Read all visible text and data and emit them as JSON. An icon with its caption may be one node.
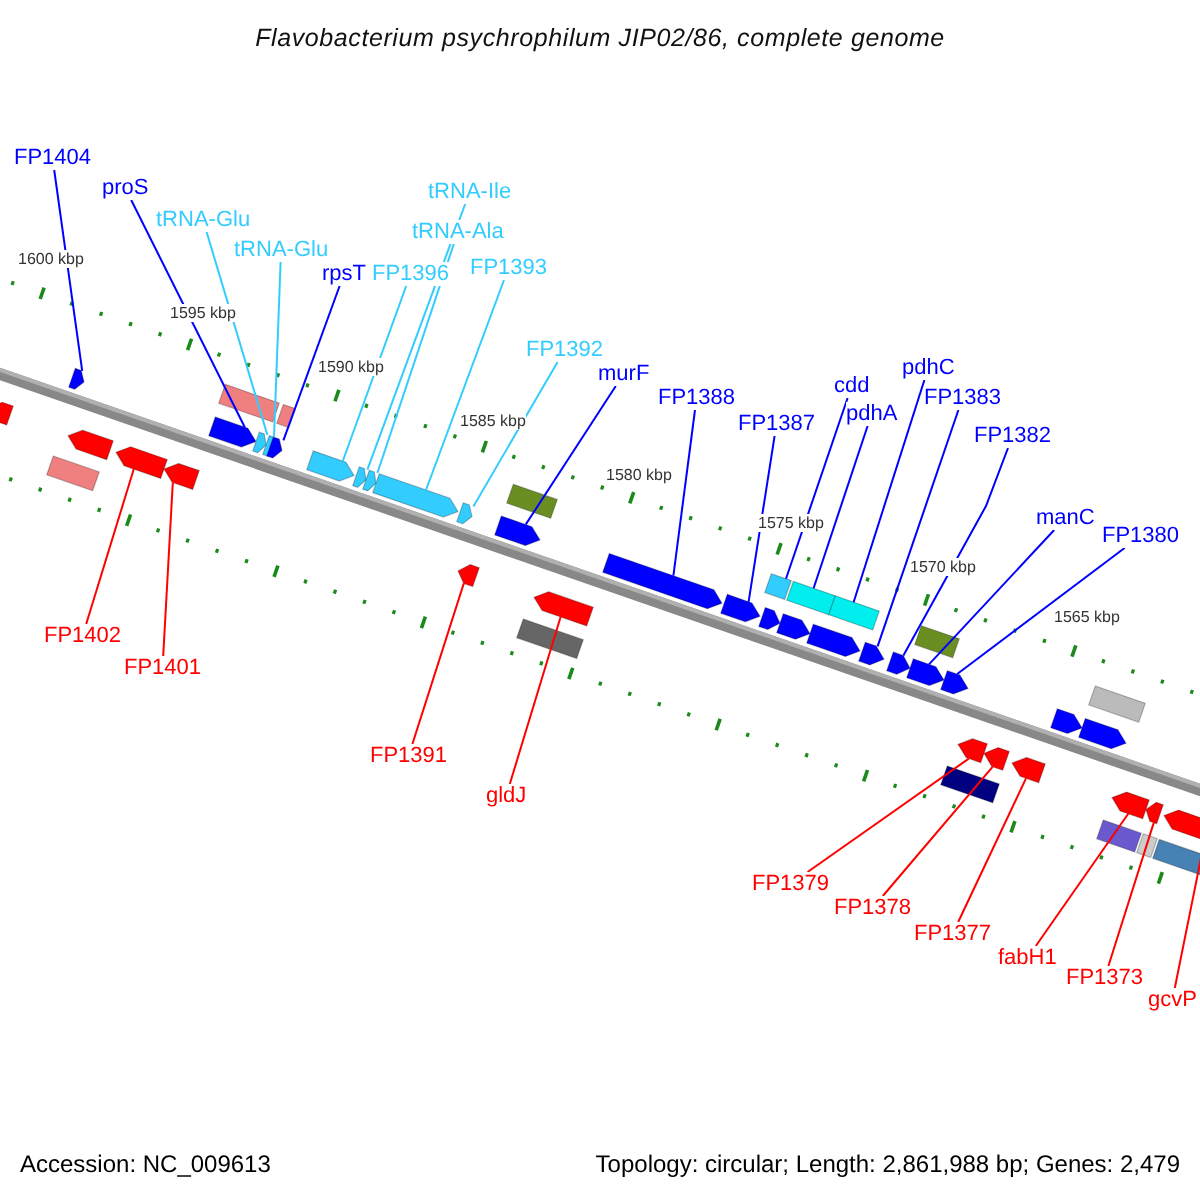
{
  "diagram": {
    "title": "Flavobacterium psychrophilum JIP02/86, complete genome",
    "nodes": [
      {
        "text": [
          "FP1404"
        ]
      },
      {
        "text": [
          "proS"
        ]
      },
      {
        "text": [
          "tRNA-Glu"
        ]
      },
      {
        "text": [
          "tRNA-Glu"
        ]
      },
      {
        "text": [
          "rpsT"
        ]
      },
      {
        "text": [
          "FP1396"
        ]
      },
      {
        "text": [
          "tRNA-Ile"
        ]
      },
      {
        "text": [
          "tRNA-Ala"
        ]
      },
      {
        "text": [
          "FP1393"
        ]
      },
      {
        "text": [
          "FP1392"
        ]
      },
      {
        "text": [
          "murF"
        ]
      },
      {
        "text": [
          "FP1388"
        ]
      },
      {
        "text": [
          "FP1387"
        ]
      },
      {
        "text": [
          "cdd"
        ]
      },
      {
        "text": [
          "pdhA"
        ]
      },
      {
        "text": [
          "pdhC"
        ]
      },
      {
        "text": [
          "FP1383"
        ]
      },
      {
        "text": [
          "FP1382"
        ]
      },
      {
        "text": [
          "manC"
        ]
      },
      {
        "text": [
          "FP1380"
        ]
      },
      {
        "text": [
          "FP1402"
        ]
      },
      {
        "text": [
          "FP1401"
        ]
      },
      {
        "text": [
          "FP1391"
        ]
      },
      {
        "text": [
          "gldJ"
        ]
      },
      {
        "text": [
          "FP1379"
        ]
      },
      {
        "text": [
          "FP1378"
        ]
      },
      {
        "text": [
          "FP1377"
        ]
      },
      {
        "text": [
          "fabH1"
        ]
      },
      {
        "text": [
          "FP1373"
        ]
      },
      {
        "text": [
          "gcvP"
        ]
      },
      {
        "text": [],
        "shape": "pentagon"
      },
      {
        "text": [],
        "shape": "box"
      },
      {
        "text": [],
        "shape": "pentagon"
      },
      {
        "text": [],
        "shape": "pentagon"
      },
      {
        "text": [],
        "shape": "pentagon"
      },
      {
        "text": [],
        "shape": "pentagon"
      },
      {
        "text": [],
        "shape": "pentagon"
      },
      {
        "text": [],
        "shape": "box"
      },
      {
        "text": [],
        "shape": "pentagon"
      },
      {
        "text": [],
        "shape": "pentagon"
      },
      {
        "text": [],
        "shape": "pentagon"
      },
      {
        "text": [],
        "shape": "box"
      },
      {
        "text": [],
        "shape": "pentagon"
      },
      {
        "text": [],
        "shape": "pentagon"
      },
      {
        "text": [],
        "shape": "pentagon"
      },
      {
        "text": [],
        "shape": "pentagon"
      },
      {
        "text": [],
        "shape": "pentagon"
      },
      {
        "text": [],
        "shape": "pentagon"
      },
      {
        "text": [],
        "shape": "pentagon"
      },
      {
        "text": [],
        "shape": "box"
      },
      {
        "text": [],
        "shape": "box"
      },
      {
        "text": [],
        "shape": "pentagon"
      },
      {
        "text": [],
        "shape": "pentagon"
      },
      {
        "text": [],
        "shape": "pentagon"
      },
      {
        "text": [],
        "shape": "pentagon"
      },
      {
        "text": [],
        "shape": "box"
      },
      {
        "text": [],
        "shape": "pentagon"
      },
      {
        "text": [],
        "shape": "box"
      },
      {
        "text": [],
        "shape": "pentagon"
      },
      {
        "text": [],
        "shape": "box"
      },
      {
        "text": [],
        "shape": "pentagon"
      },
      {
        "text": [],
        "shape": "pentagon"
      },
      {
        "text": [],
        "shape": "pentagon"
      },
      {
        "text": [],
        "shape": "box"
      },
      {
        "text": [],
        "shape": "pentagon"
      },
      {
        "text": [],
        "shape": "box"
      },
      {
        "text": [],
        "shape": "pentagon"
      },
      {
        "text": [],
        "shape": "pentagon"
      },
      {
        "text": [],
        "shape": "pentagon"
      },
      {
        "text": [],
        "shape": "pentagon"
      },
      {
        "text": [],
        "shape": "pentagon"
      },
      {
        "text": [],
        "shape": "box"
      },
      {
        "text": [],
        "shape": "box"
      },
      {
        "text": [],
        "shape": "pentagon"
      },
      {
        "text": [],
        "shape": "box"
      },
      {
        "text": [],
        "shape": "pentagon"
      },
      {
        "text": [],
        "shape": "box"
      },
      {
        "text": [],
        "shape": "pentagon"
      }
    ],
    "edges": [
      {
        "from": 0,
        "to": 33,
        "arrow": "none"
      },
      {
        "from": 1,
        "to": 36,
        "arrow": "none"
      },
      {
        "from": 2,
        "to": 38,
        "arrow": "none",
        "color": "#33ccff"
      },
      {
        "from": 3,
        "to": 39,
        "arrow": "none",
        "color": "#33ccff"
      },
      {
        "from": 4,
        "to": 40,
        "arrow": "none"
      },
      {
        "from": 5,
        "to": 42,
        "arrow": "none",
        "color": "#33ccff"
      },
      {
        "from": 6,
        "to": 43,
        "arrow": "none",
        "color": "#33ccff"
      },
      {
        "from": 7,
        "to": 44,
        "arrow": "none",
        "color": "#33ccff"
      },
      {
        "from": 8,
        "to": 45,
        "arrow": "none",
        "color": "#33ccff"
      },
      {
        "from": 9,
        "to": 47,
        "arrow": "none",
        "color": "#33ccff"
      },
      {
        "from": 10,
        "to": 48,
        "arrow": "none"
      },
      {
        "from": 11,
        "to": 52,
        "arrow": "none"
      },
      {
        "from": 12,
        "to": 53,
        "arrow": "none"
      },
      {
        "from": 13,
        "to": 55,
        "arrow": "none"
      },
      {
        "from": 14,
        "to": 57,
        "arrow": "none"
      },
      {
        "from": 15,
        "to": 59,
        "arrow": "none"
      },
      {
        "from": 16,
        "to": 60,
        "arrow": "none"
      },
      {
        "from": 17,
        "to": 61,
        "arrow": "none"
      },
      {
        "from": 18,
        "to": 62,
        "arrow": "none"
      },
      {
        "from": 19,
        "to": 64,
        "arrow": "none"
      },
      {
        "from": 20,
        "to": 34,
        "arrow": "none",
        "color": "#ff0000"
      },
      {
        "from": 21,
        "to": 35,
        "arrow": "none",
        "color": "#ff0000"
      },
      {
        "from": 22,
        "to": 46,
        "arrow": "none",
        "color": "#ff0000"
      },
      {
        "from": 23,
        "to": 51,
        "arrow": "none",
        "color": "#ff0000"
      },
      {
        "from": 24,
        "to": 66,
        "arrow": "none",
        "color": "#ff0000"
      },
      {
        "from": 25,
        "to": 67,
        "arrow": "none",
        "color": "#ff0000"
      },
      {
        "from": 26,
        "to": 68,
        "arrow": "none",
        "color": "#ff0000"
      },
      {
        "from": 27,
        "to": 73,
        "arrow": "none",
        "color": "#ff0000"
      },
      {
        "from": 28,
        "to": 75,
        "arrow": "none",
        "color": "#ff0000"
      },
      {
        "from": 29,
        "to": 77,
        "arrow": "none",
        "color": "#ff0000"
      }
    ],
    "labels": [
      "1600 kbp",
      "1595 kbp",
      "1590 kbp",
      "1585 kbp",
      "1580 kbp",
      "1575 kbp",
      "1570 kbp",
      "1565 kbp",
      "Accession: NC_009613",
      "Topology: circular; Length: 2,861,988 bp; Genes: 2,479"
    ]
  }
}
